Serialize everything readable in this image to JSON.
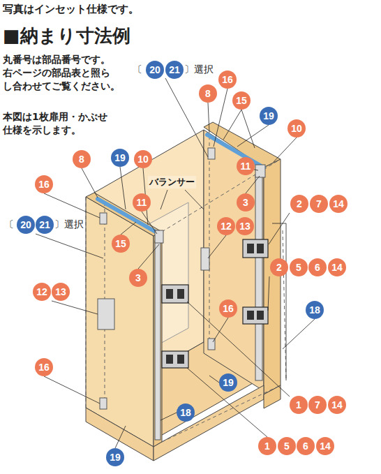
{
  "diagram": {
    "title": "■納まり寸法例",
    "labels": [
      "写真はインセット仕様です。",
      "丸番号は部品番号です。 右ページの部品表と照ら し合わせてご覧ください。",
      "本図は1枚扉用・かぶせ 仕様を示します。",
      "〔",
      "20",
      "21",
      "〕選択",
      "16",
      "8",
      "15",
      "19",
      "10",
      "11",
      "3",
      "8",
      "19",
      "10",
      "16",
      "11",
      "〔",
      "20",
      "21",
      "〕選択",
      "バランサー",
      "15",
      "3",
      "12",
      "13",
      "2",
      "7",
      "14",
      "2",
      "5",
      "6",
      "14",
      "12",
      "13",
      "18",
      "16",
      "16",
      "19",
      "1",
      "7",
      "14",
      "18",
      "1",
      "5",
      "6",
      "14",
      "19"
    ]
  }
}
